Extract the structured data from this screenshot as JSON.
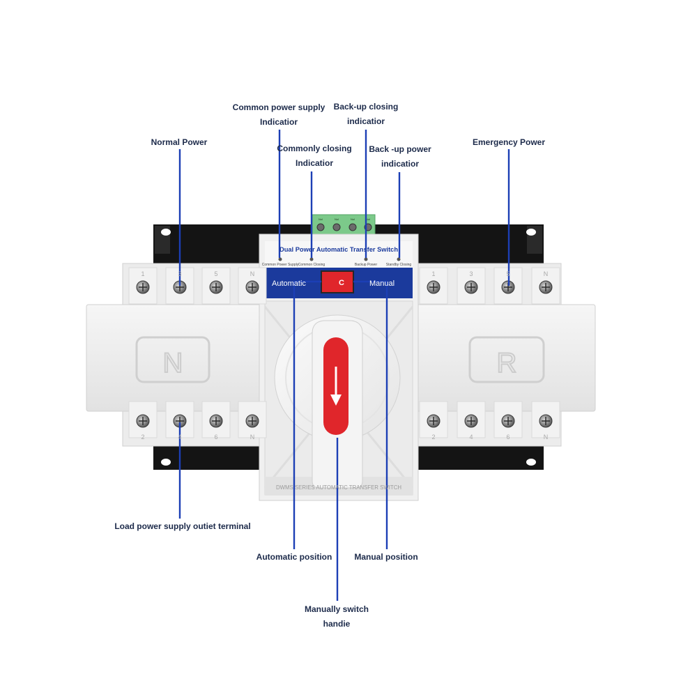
{
  "callouts": {
    "normal_power": "Normal Power",
    "common_supply_1": "Common power supply",
    "common_supply_2": "Indicatior",
    "commonly_closing_1": "Commonly closing",
    "commonly_closing_2": "Indicatior",
    "backup_closing_1": "Back-up closing",
    "backup_closing_2": "indicatior",
    "backup_power_1": "Back -up power",
    "backup_power_2": "indicatior",
    "emergency_power": "Emergency Power",
    "load_terminal": "Load power supply outiet terminal",
    "automatic_position": "Automatic position",
    "manual_position": "Manual position",
    "manual_handle_1": "Manually switch",
    "manual_handle_2": "handie"
  },
  "device": {
    "panel_title": "Dual Power Automatic Transfer Switch",
    "ind_common_power": "Common Power Supply",
    "ind_common_closing": "Common Closing",
    "ind_backup_power": "Backup Power",
    "ind_standby_closing": "Standby Closing",
    "mode_auto": "Automatic",
    "mode_manual": "Manual",
    "selector_glyph": "C",
    "left_letter": "N",
    "right_letter": "R",
    "left_top_terminals": [
      "1",
      "3",
      "5",
      "N"
    ],
    "right_top_terminals": [
      "1",
      "3",
      "5",
      "N"
    ],
    "left_bottom_terminals": [
      "2",
      "4",
      "6",
      "N"
    ],
    "right_bottom_terminals": [
      "2",
      "4",
      "6",
      "N"
    ],
    "connector_labels": [
      "Nol",
      "Nol",
      "Nol",
      "Nol"
    ],
    "bottom_strip": "DWMS SERIES AUTOMATIC TRANSFER SWITCH"
  },
  "colors": {
    "leader_blue": "#1c3fb5",
    "panel_blue": "#1b3a9c",
    "handle_red": "#e0262b",
    "housing_white": "#f1f1f1",
    "terminal_green": "#7cc98a"
  }
}
